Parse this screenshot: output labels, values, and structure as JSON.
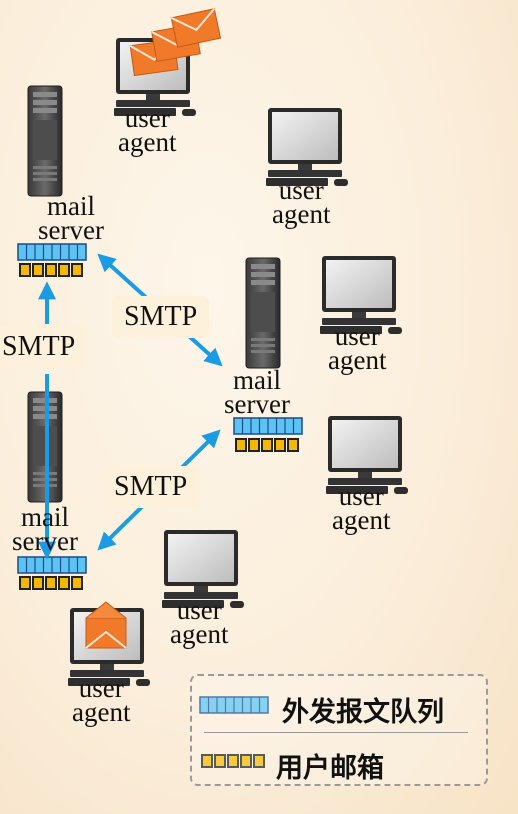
{
  "labels": {
    "mail_server": [
      "mail",
      "server"
    ],
    "user_agent": [
      "user",
      "agent"
    ]
  },
  "smtp_label": "SMTP",
  "legend": {
    "outgoing_queue": "外发报文队列",
    "user_mailbox": "用户邮箱"
  },
  "colors": {
    "arrow": "#1a9be6",
    "queue_fill": "#5cc3f2",
    "mailbox_fill": "#f5b800",
    "envelope": "#f07a2a"
  },
  "icons": [
    "server-tower-icon",
    "desktop-computer-icon",
    "envelope-icon",
    "message-queue-icon",
    "mailbox-icon"
  ]
}
